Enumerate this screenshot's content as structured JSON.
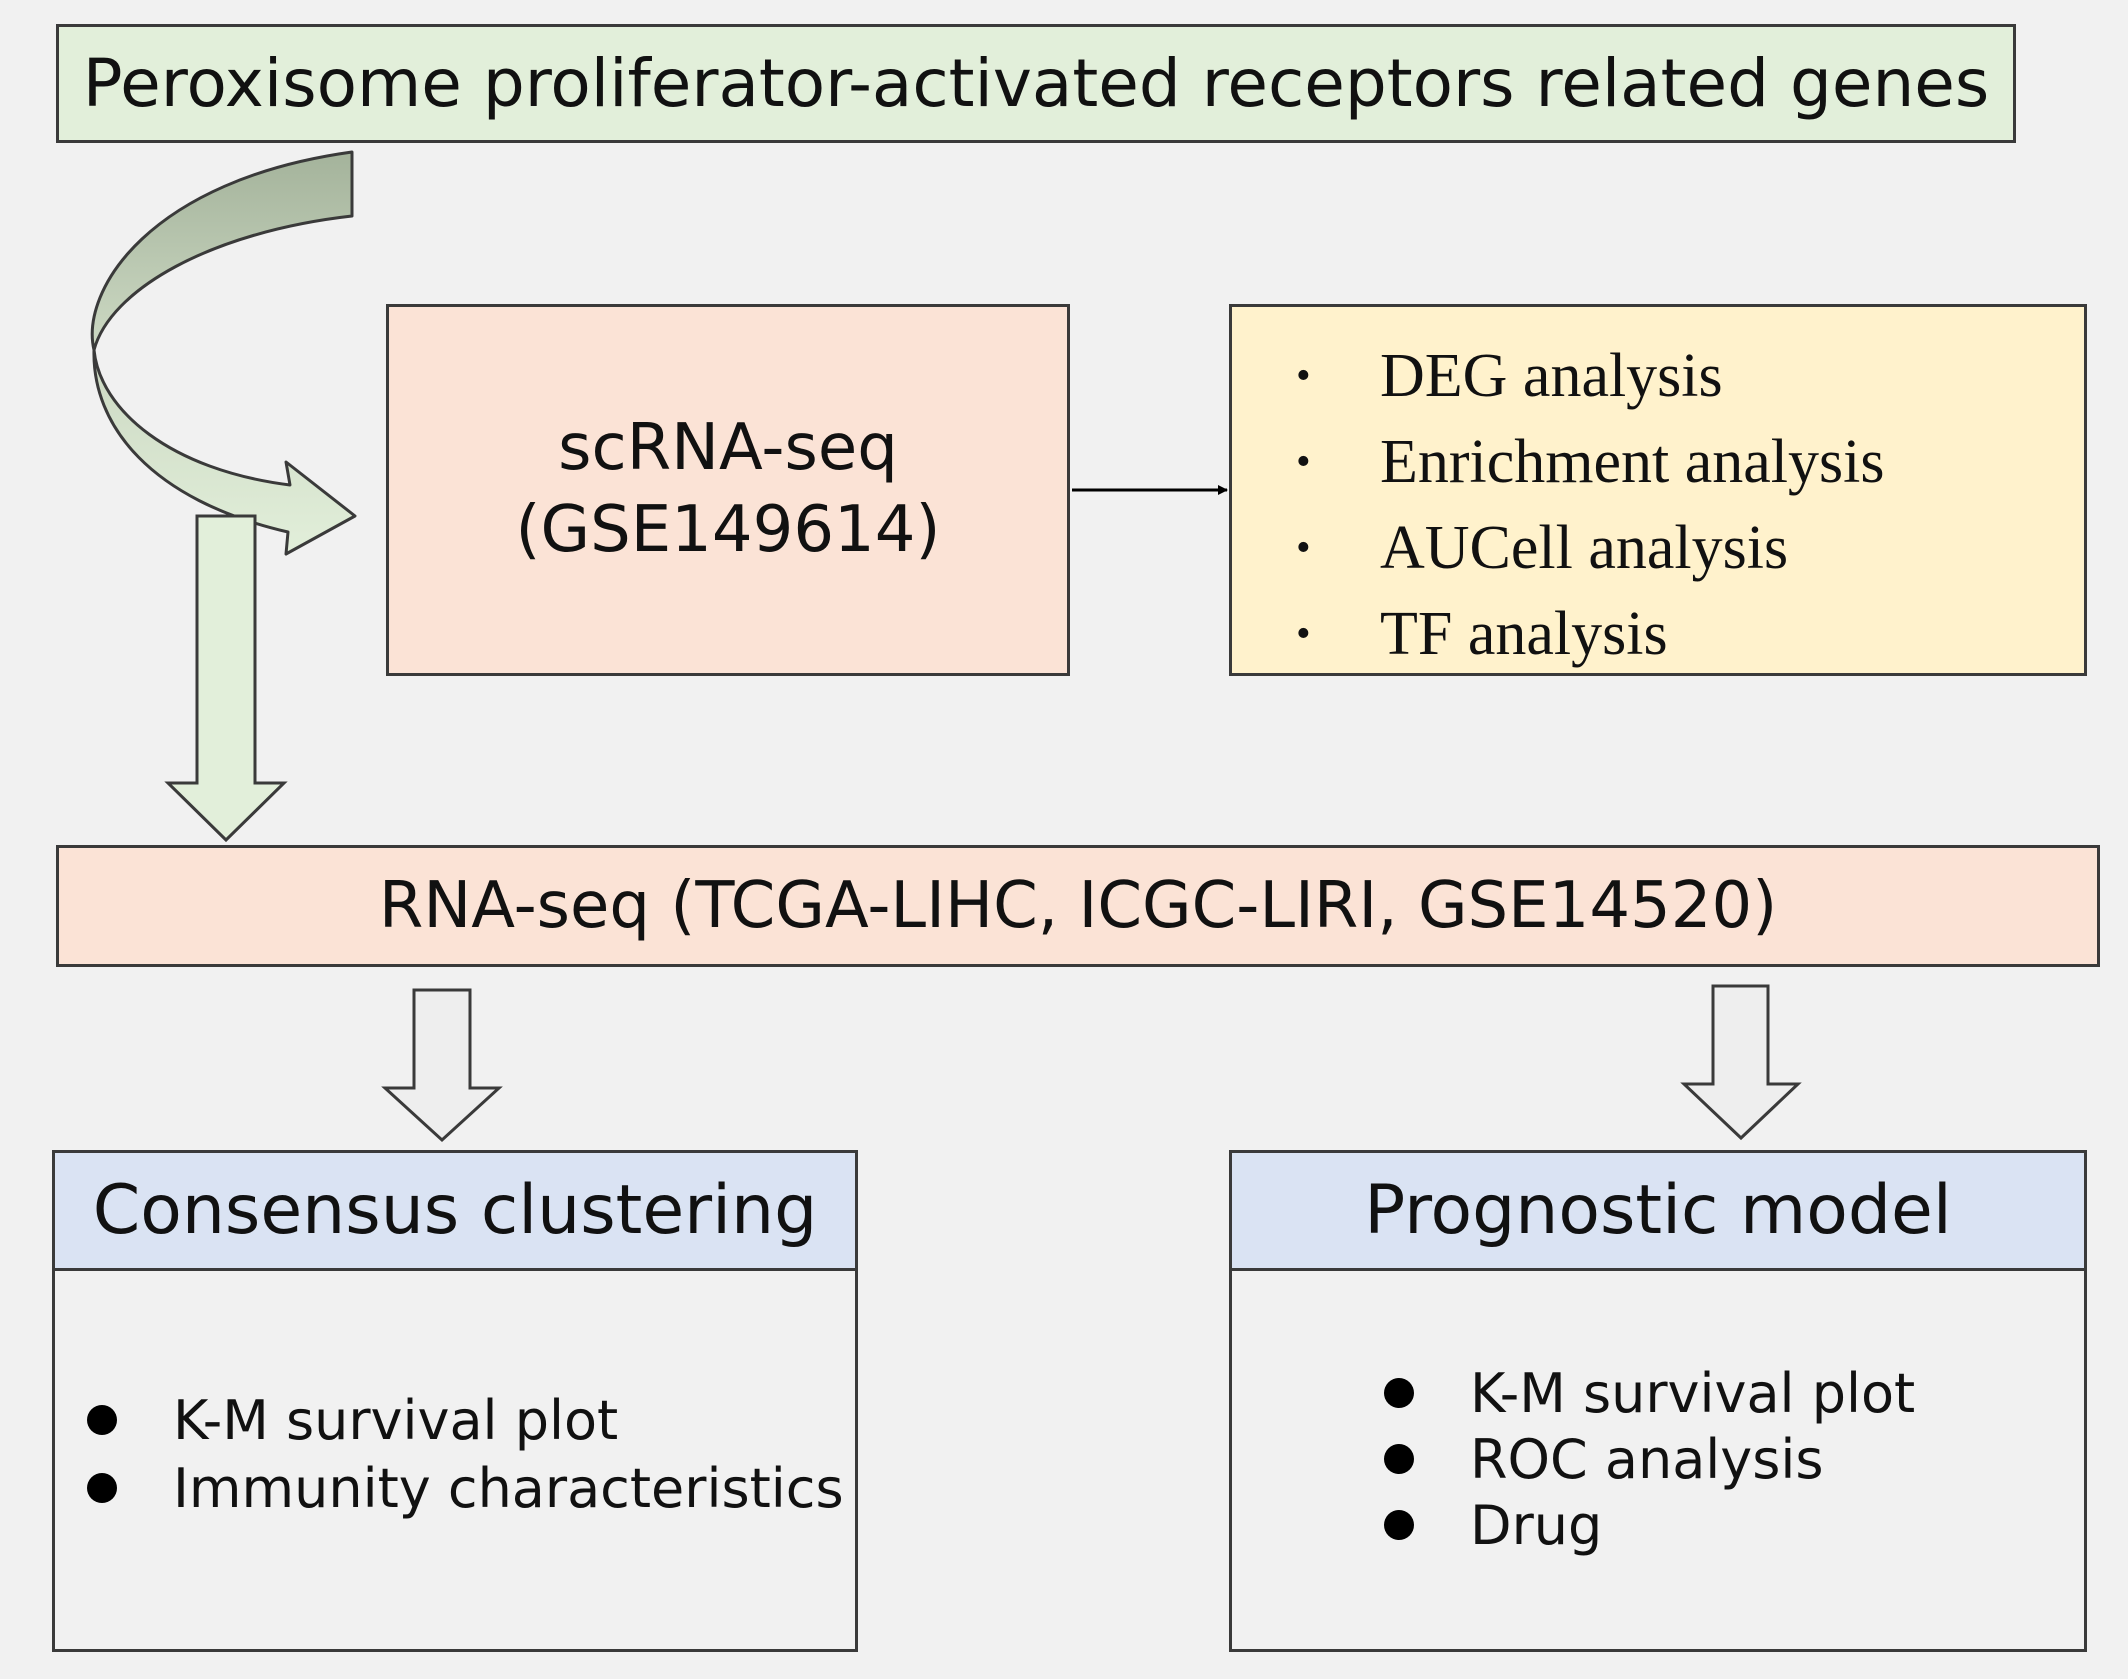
{
  "top": {
    "title": "Peroxisome proliferator-activated receptors related genes"
  },
  "scrna": {
    "line1": "scRNA-seq",
    "line2": "(GSE149614)"
  },
  "analyses": {
    "bullet": "•",
    "items": [
      "DEG analysis",
      "Enrichment analysis",
      "AUCell analysis",
      "TF analysis"
    ]
  },
  "rnaseq": {
    "title": "RNA-seq (TCGA-LIHC, ICGC-LIRI, GSE14520)"
  },
  "consensus": {
    "title": "Consensus clustering",
    "items": [
      "K-M survival plot",
      "Immunity characteristics"
    ]
  },
  "prognostic": {
    "title": "Prognostic model",
    "items": [
      "K-M survival plot",
      "ROC analysis",
      "Drug"
    ]
  },
  "colors": {
    "top_fill": "#e2efda",
    "salmon_fill": "#fbe3d6",
    "yellow_fill": "#fff2cc",
    "blue_head": "#dae3f3",
    "curved_arrow_dark": "#a9b8a0",
    "curved_arrow_light": "#e2efda",
    "block_arrow_grey": "#eeeeee"
  }
}
